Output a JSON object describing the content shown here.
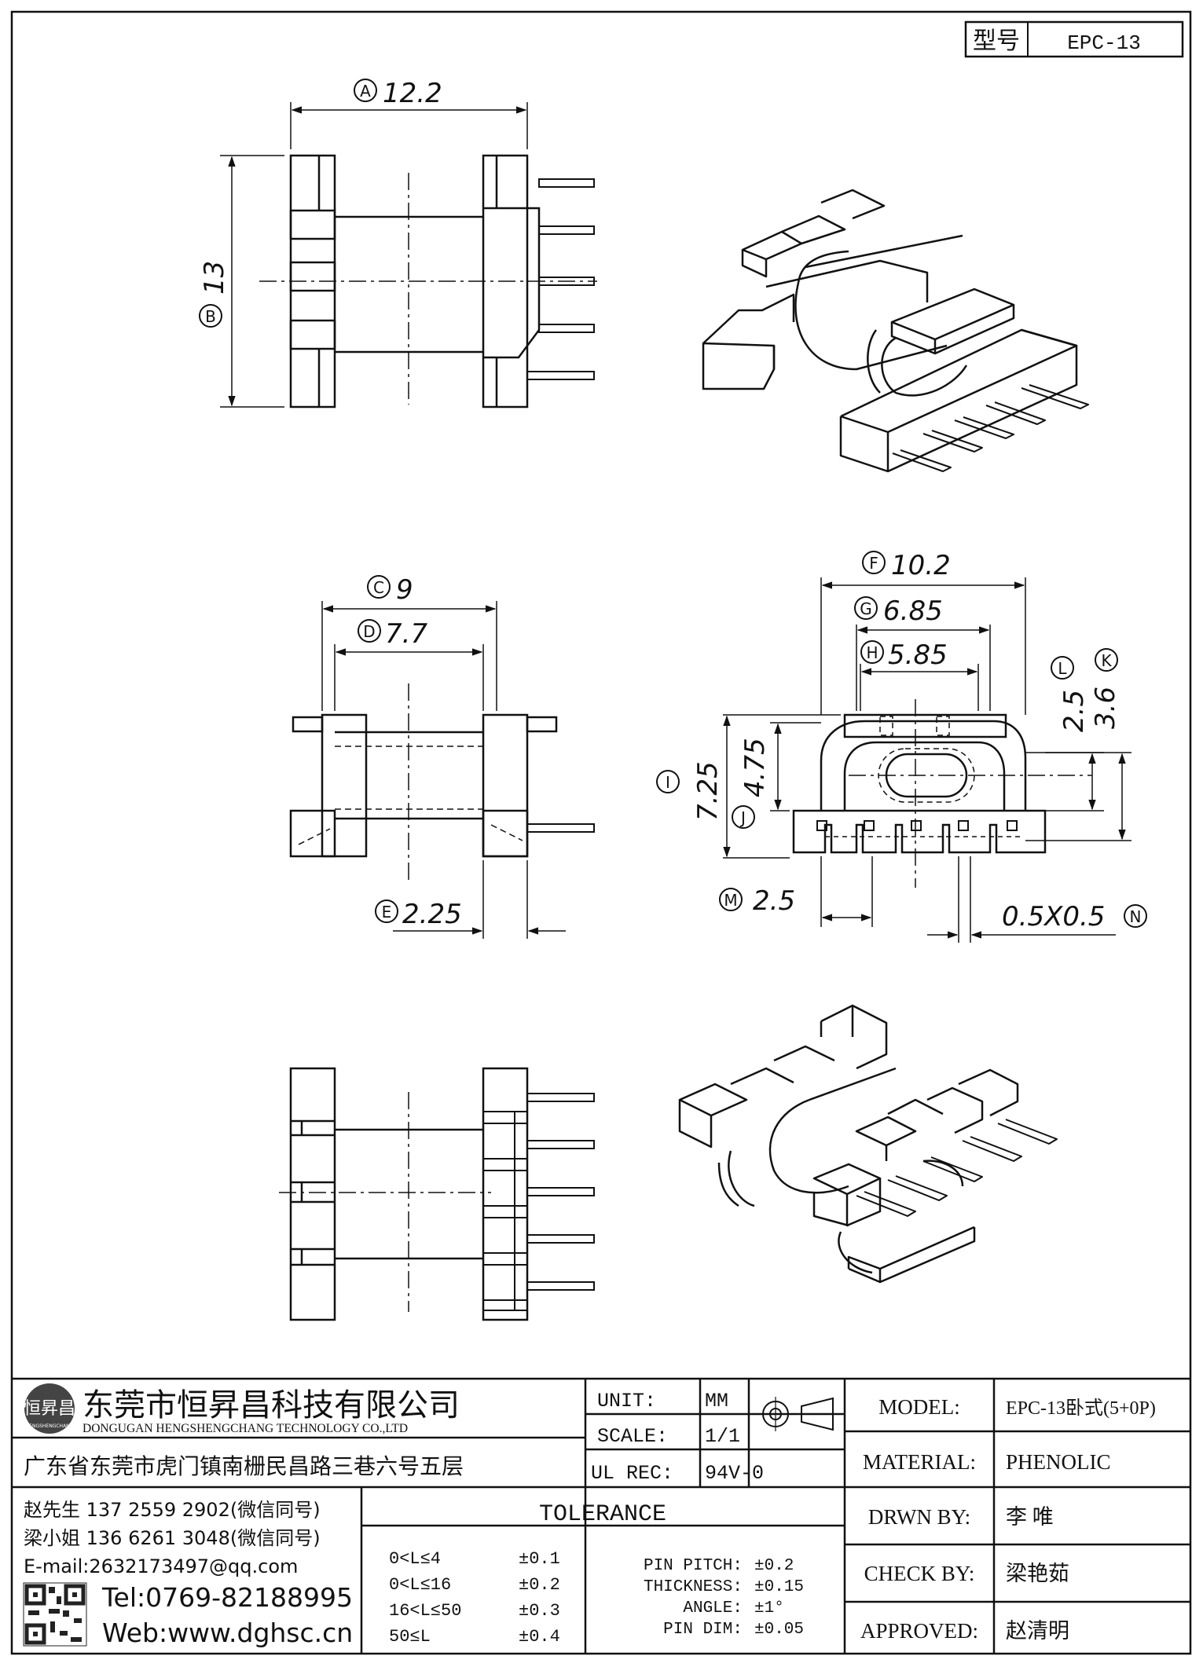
{
  "type_box": {
    "label": "型号",
    "value": "EPC-13"
  },
  "dims": {
    "A": {
      "letter": "A",
      "value": "12.2"
    },
    "B": {
      "letter": "B",
      "value": "13"
    },
    "C": {
      "letter": "C",
      "value": "9"
    },
    "D": {
      "letter": "D",
      "value": "7.7"
    },
    "E": {
      "letter": "E",
      "value": "2.25"
    },
    "F": {
      "letter": "F",
      "value": "10.2"
    },
    "G": {
      "letter": "G",
      "value": "6.85"
    },
    "H": {
      "letter": "H",
      "value": "5.85"
    },
    "I": {
      "letter": "I",
      "value": "7.25"
    },
    "J": {
      "letter": "J",
      "value": "4.75"
    },
    "K": {
      "letter": "K",
      "value": "3.6"
    },
    "L": {
      "letter": "L",
      "value": "2.5"
    },
    "M": {
      "letter": "M",
      "value": "2.5"
    },
    "N": {
      "letter": "N",
      "value": "0.5X0.5"
    }
  },
  "company": {
    "name_cn": "东莞市恒昇昌科技有限公司",
    "name_en": "DONGUGAN HENGSHENGCHANG TECHNOLOGY CO.,LTD",
    "logo_text": "恒昇昌",
    "logo_sub": "HENGSHENGCHANG",
    "address": "广东省东莞市虎门镇南栅民昌路三巷六号五层",
    "contact1": "赵先生 137 2559 2902(微信同号)",
    "contact2": "梁小姐 136 6261 3048(微信同号)",
    "email": "E-mail:2632173497@qq.com",
    "tel": "Tel:0769-82188995",
    "web": "Web:www.dghsc.cn"
  },
  "unit": {
    "label": "UNIT:",
    "value": "MM"
  },
  "scale": {
    "label": "SCALE:",
    "value": "1/1"
  },
  "ul": {
    "label": "UL REC:",
    "value": "94V-0"
  },
  "tolerance": {
    "title": "TOLERANCE",
    "rows": [
      {
        "range": "0<L≤4",
        "tol": "±0.1"
      },
      {
        "range": "0<L≤16",
        "tol": "±0.2"
      },
      {
        "range": "16<L≤50",
        "tol": "±0.3"
      },
      {
        "range": "50≤L",
        "tol": "±0.4"
      }
    ],
    "extra": [
      {
        "label": "PIN PITCH:",
        "tol": "±0.2"
      },
      {
        "label": "THICKNESS:",
        "tol": "±0.15"
      },
      {
        "label": "ANGLE:",
        "tol": "±1°"
      },
      {
        "label": "PIN DIM:",
        "tol": "±0.05"
      }
    ]
  },
  "info": [
    {
      "label": "MODEL:",
      "value": "EPC-13卧式(5+0P)"
    },
    {
      "label": "MATERIAL:",
      "value": "PHENOLIC"
    },
    {
      "label": "DRWN BY:",
      "value": "李 唯"
    },
    {
      "label": "CHECK BY:",
      "value": "梁艳茹"
    },
    {
      "label": "APPROVED:",
      "value": "赵清明"
    }
  ]
}
